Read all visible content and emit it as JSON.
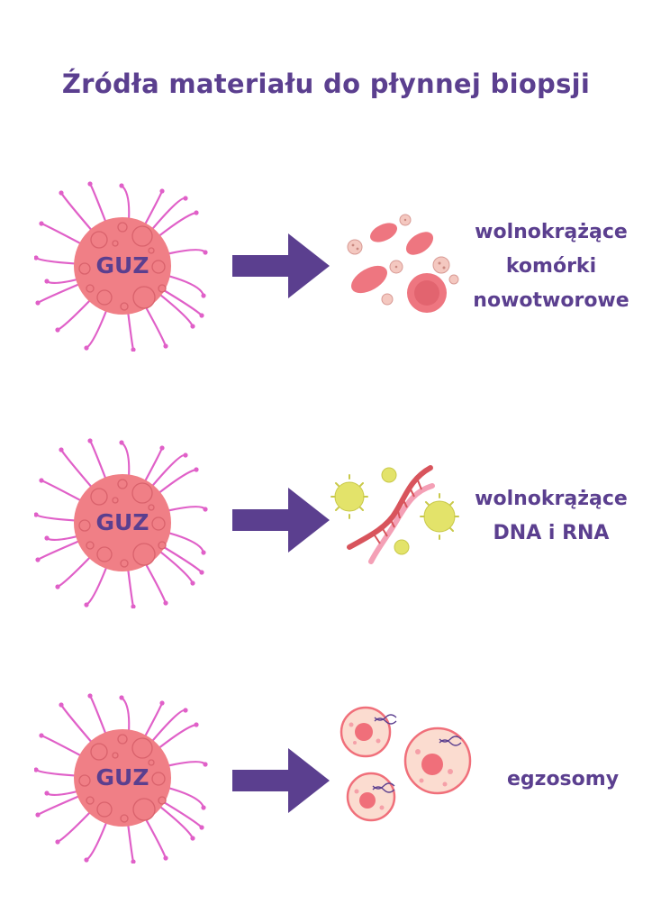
{
  "title": "Źródła materiału do płynnej biopsji",
  "colors": {
    "text": "#5b3f8f",
    "arrow": "#5b3f8f",
    "tumor_body": "#f07f86",
    "tumor_spikes": "#e060c8",
    "cell_red": "#ee7680",
    "virus_yellow": "#e3e36a",
    "dna_red": "#d8545c",
    "dna_pink": "#f4a0b6",
    "exosome_fill": "#fbdcd0",
    "exosome_ring": "#f06f7a"
  },
  "rows": [
    {
      "tumor_label": "GUZ",
      "material_icon": "circulating-tumor-cells-icon",
      "label_lines": [
        "wolnokrążące",
        "komórki",
        "nowotworowe"
      ]
    },
    {
      "tumor_label": "GUZ",
      "material_icon": "dna-rna-icon",
      "label_lines": [
        "wolnokrążące",
        "DNA i RNA"
      ]
    },
    {
      "tumor_label": "GUZ",
      "material_icon": "exosomes-icon",
      "label_lines": [
        "egzosomy"
      ]
    }
  ]
}
